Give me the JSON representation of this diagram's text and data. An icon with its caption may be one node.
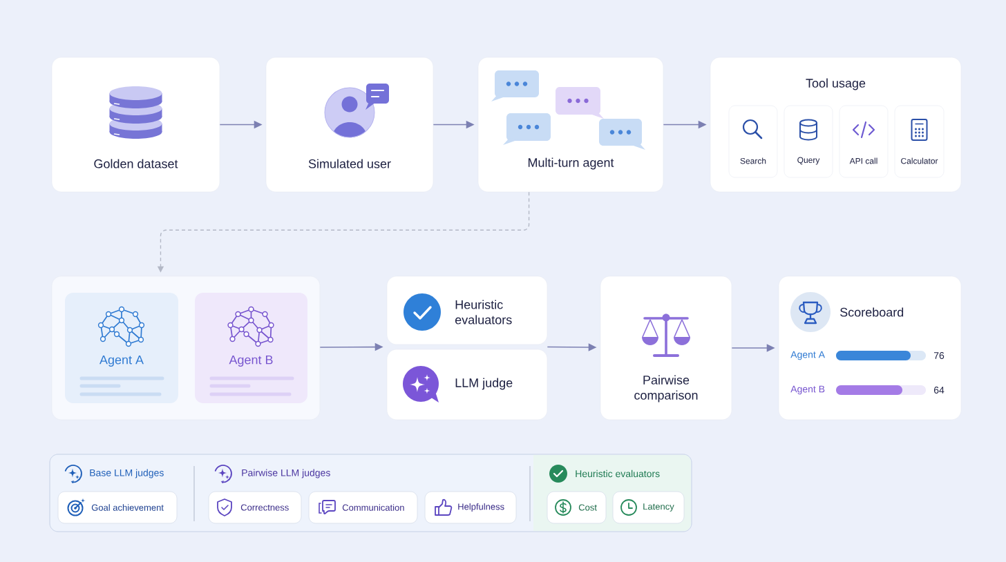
{
  "diagram": {
    "nodes": [
      {
        "text": [
          "Golden dataset"
        ]
      },
      {
        "text": [
          "Simulated user"
        ]
      },
      {
        "text": [
          "Multi-turn agent"
        ]
      },
      {
        "text": [
          "Tool usage"
        ]
      },
      {
        "text": [
          "Search"
        ],
        "in": 3
      },
      {
        "text": [
          "Query"
        ],
        "in": 3
      },
      {
        "text": [
          "API call"
        ],
        "in": 3
      },
      {
        "text": [
          "Calculator"
        ],
        "in": 3
      },
      {
        "text": [],
        "shape": "box"
      },
      {
        "text": [
          "Agent A"
        ],
        "in": 8
      },
      {
        "text": [
          "Agent B"
        ],
        "in": 8
      },
      {
        "text": [
          "Heuristic evaluators"
        ]
      },
      {
        "text": [
          "LLM judge"
        ]
      },
      {
        "text": [
          "Pairwise comparison"
        ]
      },
      {
        "text": [
          "Scoreboard"
        ]
      },
      {
        "text": [
          "Base LLM judges",
          "Pairwise LLM judges",
          "Heuristic evaluators"
        ]
      },
      {
        "text": [
          "Goal achievement"
        ],
        "in": 15
      },
      {
        "text": [
          "Correctness"
        ],
        "in": 15
      },
      {
        "text": [
          "Communication"
        ],
        "in": 15
      },
      {
        "text": [
          "Helpfulness"
        ],
        "in": 15
      },
      {
        "text": [
          "Cost"
        ],
        "in": 15
      },
      {
        "text": [
          "Latency"
        ],
        "in": 15
      }
    ],
    "edges": [
      {
        "from": 0,
        "to": 1,
        "arrow": "to"
      },
      {
        "from": 1,
        "to": 2,
        "arrow": "to"
      },
      {
        "from": 2,
        "to": 3,
        "arrow": "to"
      },
      {
        "from": 2,
        "to": 8,
        "arrow": "to",
        "style": "dashed",
        "color": "#b3b8c6"
      },
      {
        "from": 8,
        "to": 11,
        "arrow": "to"
      },
      {
        "from": 8,
        "to": 12,
        "arrow": "to"
      },
      {
        "from": 11,
        "to": 13,
        "arrow": "to"
      },
      {
        "from": 12,
        "to": 13,
        "arrow": "to"
      },
      {
        "from": 13,
        "to": 14,
        "arrow": "to"
      }
    ],
    "labels": [
      "Agent A",
      "76",
      "Agent B",
      "64"
    ]
  }
}
